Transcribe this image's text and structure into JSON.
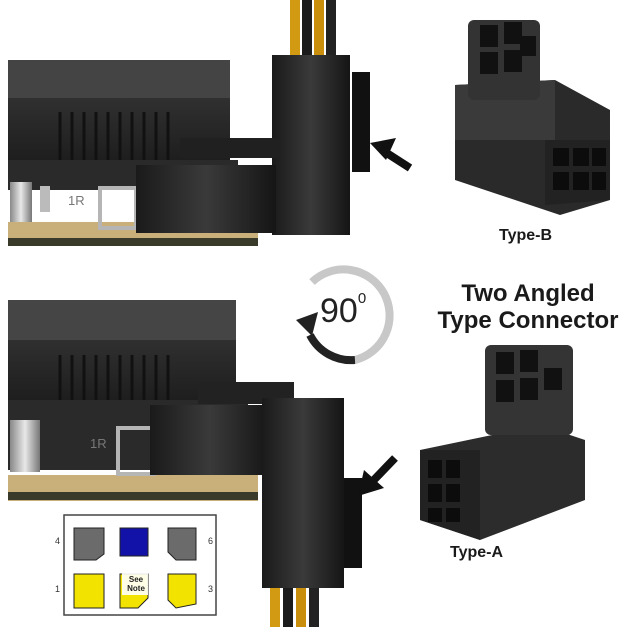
{
  "labels": {
    "type_b": "Type-B",
    "type_a": "Type-A",
    "headline_line1": "Two Angled",
    "headline_line2": "Type Connector",
    "rotation_value": "90",
    "rotation_unit": "0"
  },
  "pinout": {
    "pins": [
      {
        "number": "4",
        "color": "#6b6b6b"
      },
      {
        "number": "",
        "color": "#1212a8"
      },
      {
        "number": "6",
        "color": "#6b6b6b"
      },
      {
        "number": "1",
        "color": "#f2e400"
      },
      {
        "number": "",
        "color": "#f2e400",
        "note": "See Note"
      },
      {
        "number": "3",
        "color": "#f2e400"
      }
    ]
  },
  "pcb_marking": "1R"
}
